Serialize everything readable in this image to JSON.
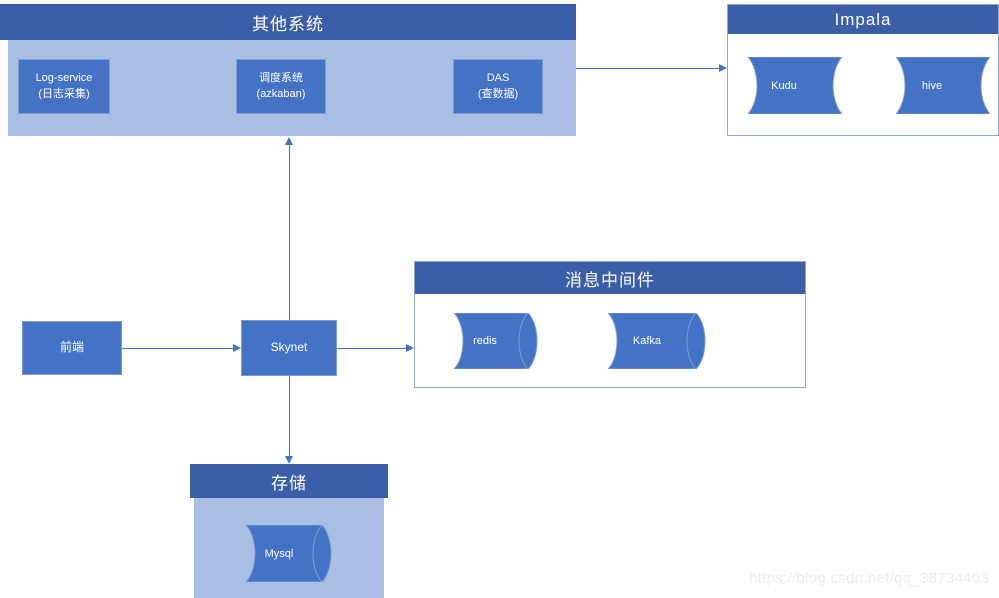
{
  "diagram": {
    "title_hidden": "",
    "colors": {
      "header_blue": "#3A5EA8",
      "body_light_blue": "#A9BFE4",
      "node_blue": "#4472C4",
      "node_border": "#7E9BD4",
      "panel_border": "#8FA9D4",
      "canvas": "#FFFFFF",
      "watermark": "#EDEDED"
    }
  },
  "panels": {
    "other_systems": {
      "title": "其他系统",
      "nodes": [
        {
          "line1": "Log-service",
          "line2": "(日志采集)"
        },
        {
          "line1": "调度系统",
          "line2": "(azkaban)"
        },
        {
          "line1": "DAS",
          "line2": "(查数据)"
        }
      ]
    },
    "impala": {
      "title": "Impala",
      "nodes": [
        {
          "label": "Kudu"
        },
        {
          "label": "hive"
        }
      ]
    },
    "message_middleware": {
      "title": "消息中间件",
      "nodes": [
        {
          "label": "redis"
        },
        {
          "label": "Kafka"
        }
      ]
    },
    "storage": {
      "title": "存储",
      "nodes": [
        {
          "label": "Mysql"
        }
      ]
    }
  },
  "nodes": {
    "frontend": {
      "label": "前端"
    },
    "skynet": {
      "label": "Skynet"
    }
  },
  "connectors": [
    {
      "name": "other-systems-to-impala",
      "direction": "right"
    },
    {
      "name": "frontend-to-skynet",
      "direction": "right"
    },
    {
      "name": "skynet-to-message-middleware",
      "direction": "right"
    },
    {
      "name": "skynet-to-other-systems",
      "direction": "up"
    },
    {
      "name": "skynet-to-storage",
      "direction": "down"
    }
  ],
  "watermark": {
    "text": "https://blog.csdn.net/qq_38734403"
  }
}
